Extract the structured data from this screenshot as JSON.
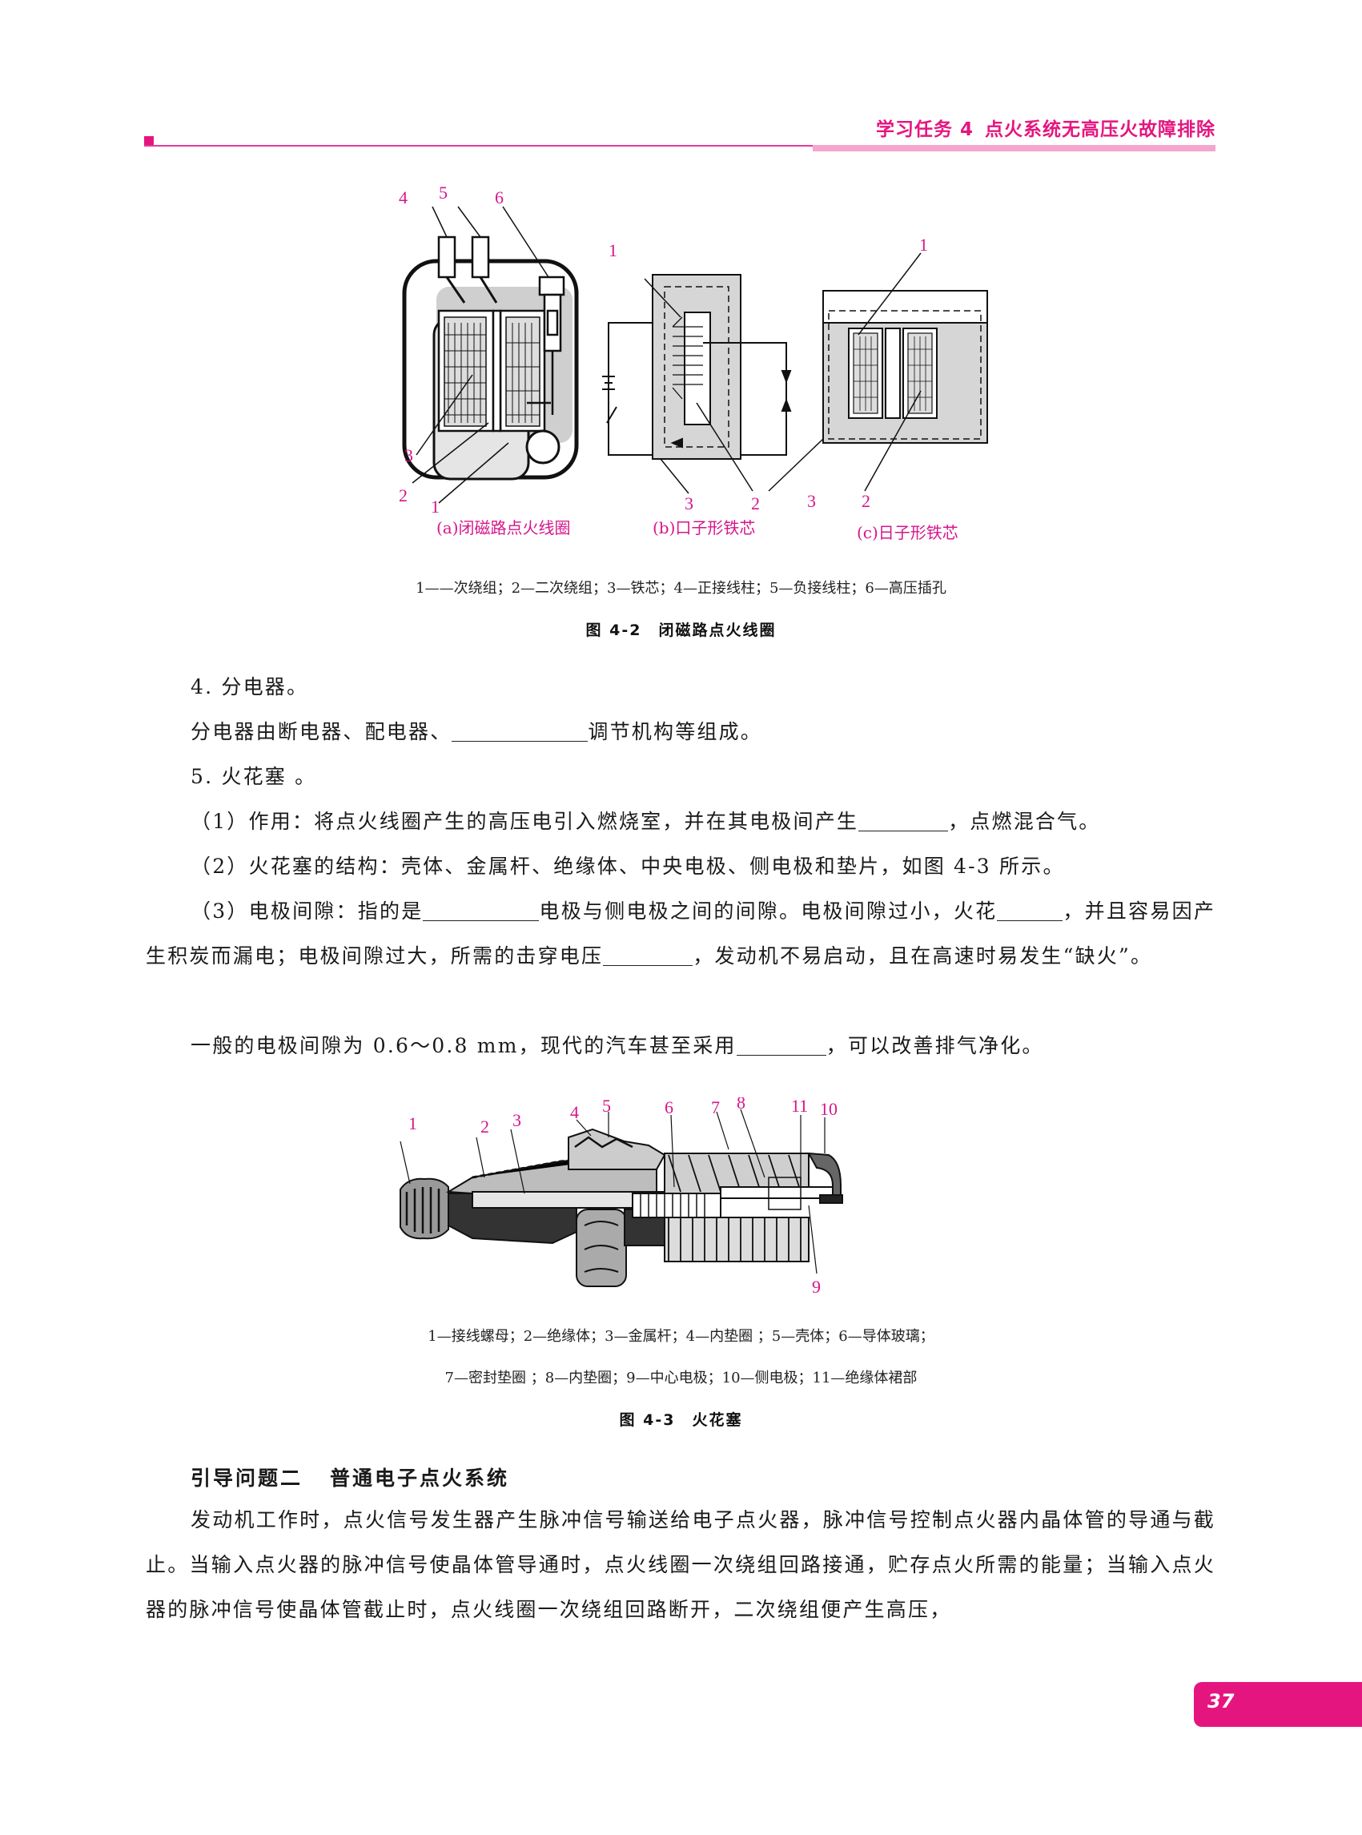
{
  "header": {
    "task": "学习任务 4",
    "title": "点火系统无高压火故障排除"
  },
  "figure1": {
    "labels": {
      "a": [
        "4",
        "5",
        "6",
        "3",
        "2",
        "1"
      ],
      "b": [
        "1",
        "3",
        "2"
      ],
      "c": [
        "1",
        "3",
        "2"
      ]
    },
    "subcaptions": [
      "(a)闭磁路点火线圈",
      "(b)口子形铁芯",
      "(c)日子形铁芯"
    ],
    "legend": "1——次绕组；2—二次绕组；3—铁芯；4—正接线柱；5—负接线柱；6—高压插孔",
    "title": "图 4-2　闭磁路点火线圈"
  },
  "body": {
    "p1": "4. 分电器。",
    "p2_a": "分电器由断电器、配电器、",
    "p2_b": "调节机构等组成。",
    "p3": "5. 火花塞 。",
    "p4_a": "（1）作用：将点火线圈产生的高压电引入燃烧室，并在其电极间产生",
    "p4_b": "，点燃混合气。",
    "p5": "（2）火花塞的结构：壳体、金属杆、绝缘体、中央电极、侧电极和垫片，如图 4-3 所示。",
    "p6_a": "（3）电极间隙：指的是",
    "p6_b": "电极与侧电极之间的间隙。电极间隙过小，火花",
    "p6_c": "，并且容易因产生积炭而漏电；电极间隙过大，所需的击穿电压",
    "p6_d": "，发动机不易启动，且在高速时易发生“缺火”。",
    "p7_a": "一般的电极间隙为 0.6～0.8 mm，现代的汽车甚至采用",
    "p7_b": "，可以改善排气净化。"
  },
  "figure2": {
    "labels": [
      "1",
      "2",
      "3",
      "4",
      "5",
      "6",
      "7",
      "8",
      "11",
      "10",
      "9"
    ],
    "legend_line1": "1—接线螺母；2—绝缘体；3—金属杆；4—内垫圈 ；5—壳体；6—导体玻璃；",
    "legend_line2": "7—密封垫圈 ；8—内垫圈；9—中心电极；10—侧电极；11—绝缘体裙部",
    "title": "图 4-3　火花塞"
  },
  "guide": {
    "num": "引导问题二",
    "title": "普通电子点火系统",
    "para": "发动机工作时，点火信号发生器产生脉冲信号输送给电子点火器，脉冲信号控制点火器内晶体管的导通与截止。当输入点火器的脉冲信号使晶体管导通时，点火线圈一次绕组回路接通，贮存点火所需的能量；当输入点火器的脉冲信号使晶体管截止时，点火线圈一次绕组回路断开，二次绕组便产生高压，"
  },
  "page_number": "37",
  "colors": {
    "accent": "#e5157f",
    "accent_light": "#f4a6cf",
    "label": "#d6168b"
  }
}
